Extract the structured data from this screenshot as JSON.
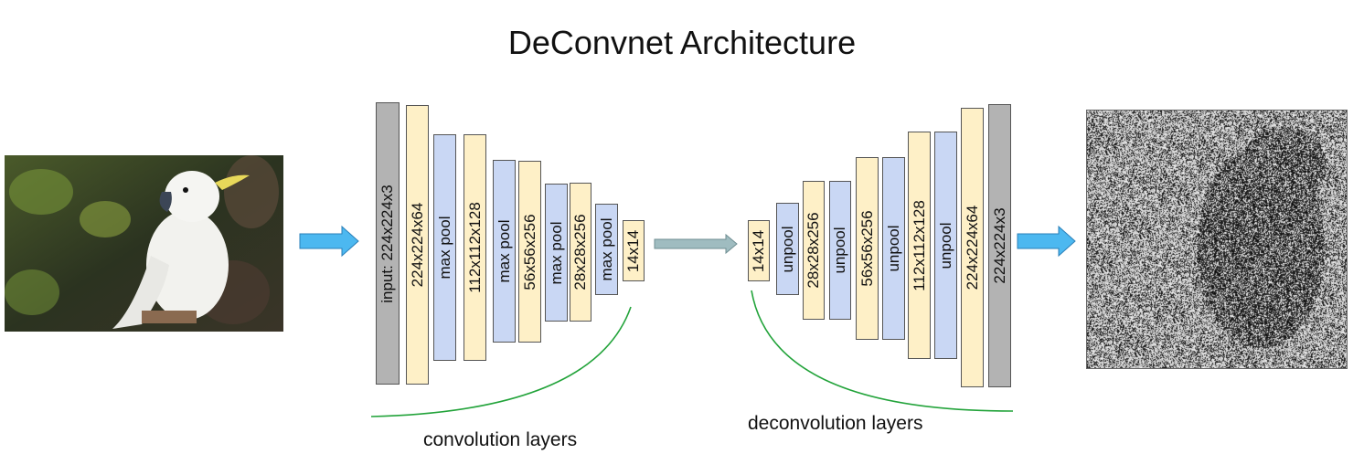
{
  "title": "DeConvnet Architecture",
  "conv_layers": [
    {
      "label": "input:   224x224x3",
      "kind": "gray"
    },
    {
      "label": "224x224x64",
      "kind": "yellow"
    },
    {
      "label": "max pool",
      "kind": "blue"
    },
    {
      "label": "112x112x128",
      "kind": "yellow"
    },
    {
      "label": "max pool",
      "kind": "blue"
    },
    {
      "label": "56x56x256",
      "kind": "yellow"
    },
    {
      "label": "max pool",
      "kind": "blue"
    },
    {
      "label": "28x28x256",
      "kind": "yellow"
    },
    {
      "label": "max pool",
      "kind": "blue"
    },
    {
      "label": "14x14",
      "kind": "yellow"
    }
  ],
  "deconv_layers": [
    {
      "label": "14x14",
      "kind": "yellow"
    },
    {
      "label": "unpool",
      "kind": "blue"
    },
    {
      "label": "28x28x256",
      "kind": "yellow"
    },
    {
      "label": "unpool",
      "kind": "blue"
    },
    {
      "label": "56x56x256",
      "kind": "yellow"
    },
    {
      "label": "unpool",
      "kind": "blue"
    },
    {
      "label": "112x112x128",
      "kind": "yellow"
    },
    {
      "label": "unpool",
      "kind": "blue"
    },
    {
      "label": "224x224x64",
      "kind": "yellow"
    },
    {
      "label": "224x224x3",
      "kind": "gray"
    }
  ],
  "captions": {
    "conv": "convolution layers",
    "deconv": "deconvolution layers"
  },
  "colors": {
    "gray": "#b3b3b3",
    "yellow": "#fef0c7",
    "blue": "#c9d7f4",
    "arrow": "#4cb8f0",
    "mid_arrow": "#9fbcc0",
    "bracket": "#22a33a"
  }
}
